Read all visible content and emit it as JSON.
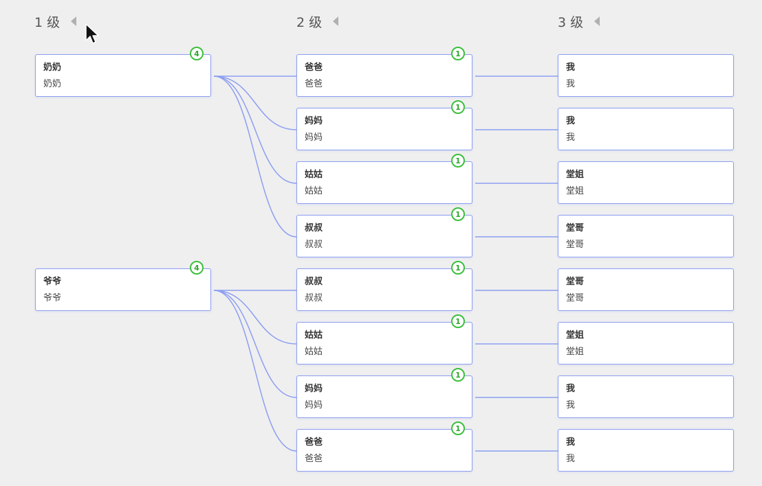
{
  "levels": [
    {
      "label": "1 级"
    },
    {
      "label": "2 级"
    },
    {
      "label": "3 级"
    }
  ],
  "level1": [
    {
      "title": "奶奶",
      "subtitle": "奶奶",
      "count": "4"
    },
    {
      "title": "爷爷",
      "subtitle": "爷爷",
      "count": "4"
    }
  ],
  "level2": [
    {
      "title": "爸爸",
      "subtitle": "爸爸",
      "count": "1"
    },
    {
      "title": "妈妈",
      "subtitle": "妈妈",
      "count": "1"
    },
    {
      "title": "姑姑",
      "subtitle": "姑姑",
      "count": "1"
    },
    {
      "title": "叔叔",
      "subtitle": "叔叔",
      "count": "1"
    },
    {
      "title": "叔叔",
      "subtitle": "叔叔",
      "count": "1"
    },
    {
      "title": "姑姑",
      "subtitle": "姑姑",
      "count": "1"
    },
    {
      "title": "妈妈",
      "subtitle": "妈妈",
      "count": "1"
    },
    {
      "title": "爸爸",
      "subtitle": "爸爸",
      "count": "1"
    }
  ],
  "level3": [
    {
      "title": "我",
      "subtitle": "我"
    },
    {
      "title": "我",
      "subtitle": "我"
    },
    {
      "title": "堂姐",
      "subtitle": "堂姐"
    },
    {
      "title": "堂哥",
      "subtitle": "堂哥"
    },
    {
      "title": "堂哥",
      "subtitle": "堂哥"
    },
    {
      "title": "堂姐",
      "subtitle": "堂姐"
    },
    {
      "title": "我",
      "subtitle": "我"
    },
    {
      "title": "我",
      "subtitle": "我"
    }
  ],
  "colors": {
    "link": "#8c9ef0",
    "badge": "#3cbf3c",
    "background": "#efeff0"
  },
  "icons": {
    "collapse": "triangle-left-icon",
    "cursor": "mouse-pointer-icon"
  }
}
